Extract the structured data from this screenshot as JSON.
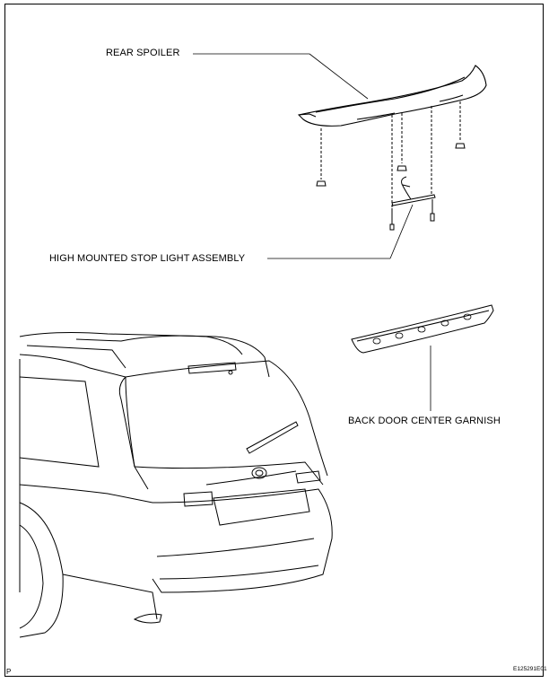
{
  "labels": {
    "rear_spoiler": "REAR SPOILER",
    "stop_light": "HIGH MOUNTED STOP LIGHT ASSEMBLY",
    "garnish": "BACK DOOR CENTER GARNISH"
  },
  "footer": {
    "left_mark": "P",
    "figure_code": "E125291E01"
  }
}
